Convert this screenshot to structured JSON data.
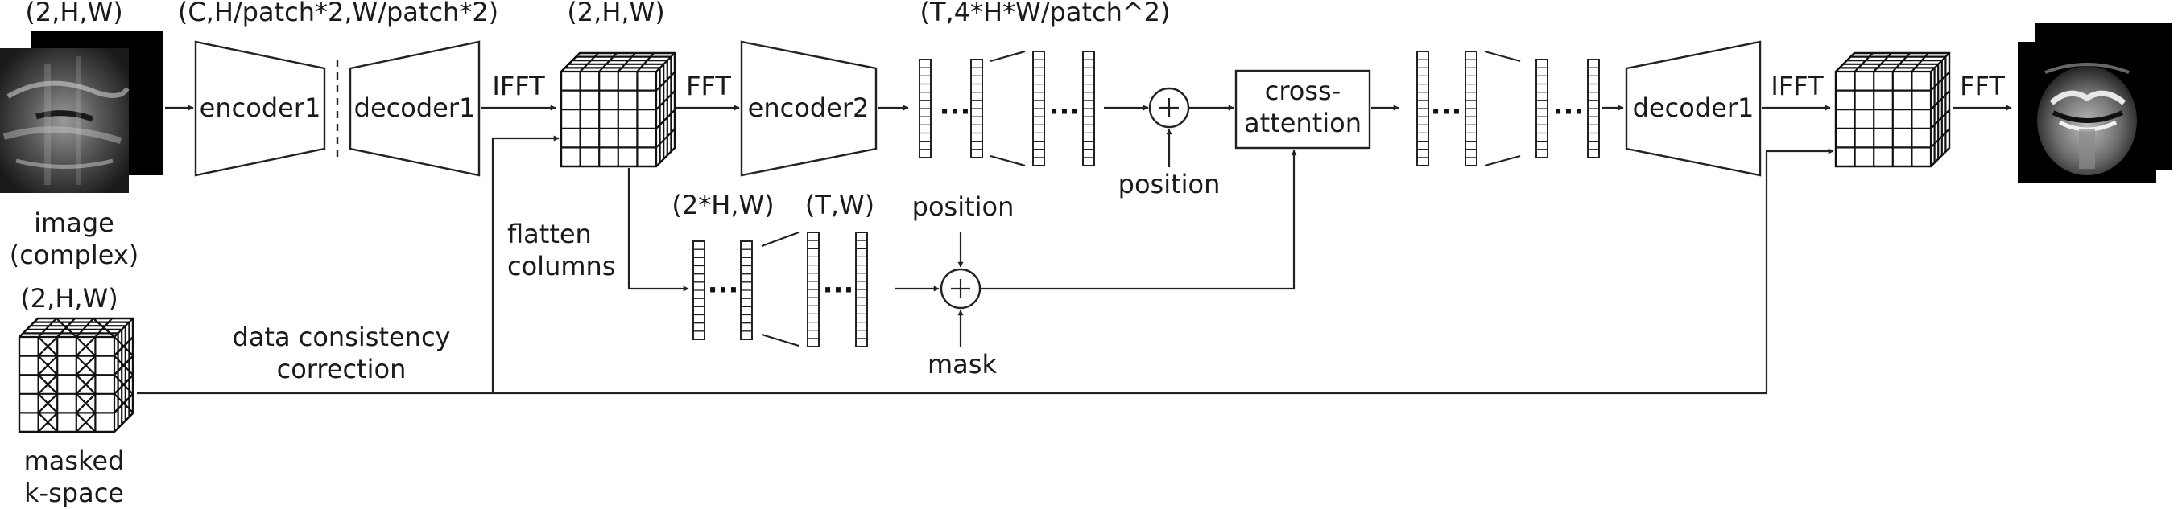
{
  "labels": {
    "input_dims": "(2,H,W)",
    "latent_dims": "(C,H/patch*2,W/patch*2)",
    "kspace1_dims": "(2,H,W)",
    "tokens_dims": "(T,4*H*W/patch^2)",
    "encoder1": "encoder1",
    "decoder1_a": "decoder1",
    "ifft_1": "IFFT",
    "fft_1": "FFT",
    "encoder2": "encoder2",
    "position_1": "position",
    "cross_attention_1": "cross-",
    "cross_attention_2": "attention",
    "decoder1_b": "decoder1",
    "ifft_2": "IFFT",
    "fft_2": "FFT",
    "image_1": "image",
    "image_2": "(complex)",
    "masked_dims": "(2,H,W)",
    "flatten_1": "flatten",
    "flatten_2": "columns",
    "col_dims": "(2*H,W)",
    "tw_dims": "(T,W)",
    "position_2": "position",
    "mask": "mask",
    "dc_1": "data consistency",
    "dc_2": "correction",
    "masked_1": "masked",
    "masked_2": "k-space",
    "ellipsis": "···"
  },
  "icons": {
    "plus": "plus-circle-icon",
    "cube": "kspace-cube-icon",
    "mri_input": "mri-image-icon",
    "mri_output": "mri-knee-icon"
  },
  "colors": {
    "stroke": "#222222",
    "image_bg": "#000000"
  }
}
